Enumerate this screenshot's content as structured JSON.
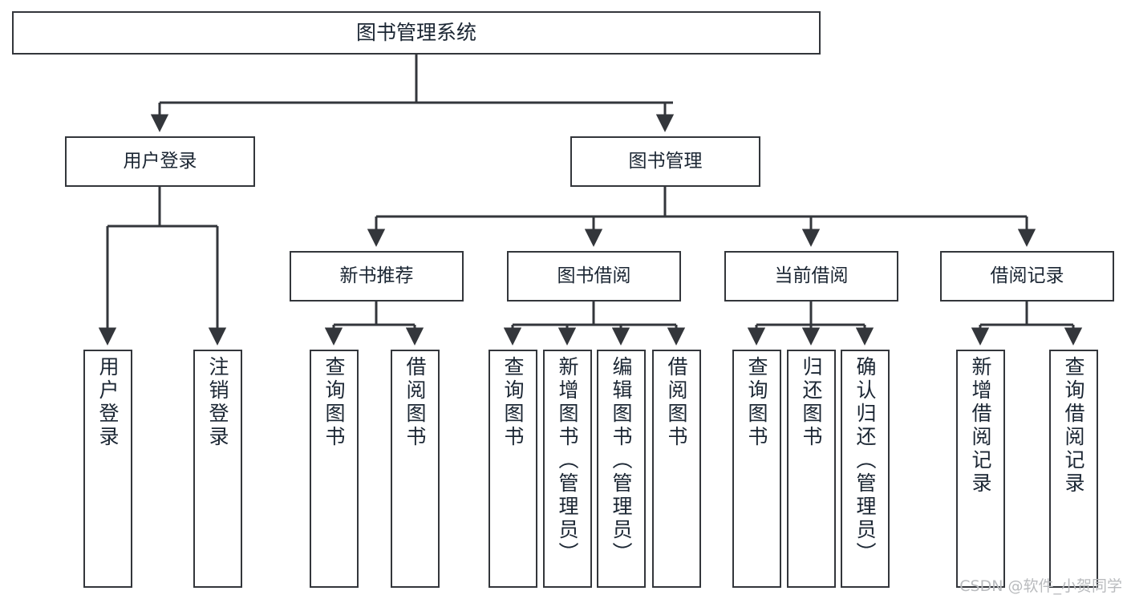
{
  "diagram": {
    "title": "图书管理系统",
    "watermark": "CSDN @软件_小贺同学",
    "colors": {
      "box_border": "#33363b",
      "box_fill": "#ffffff",
      "connector": "#33363b",
      "text": "#1b2633",
      "watermark": "#b9bbbe",
      "background": "#ffffff"
    },
    "nodes": {
      "root": {
        "label": "图书管理系统"
      },
      "user_login": {
        "label": "用户登录"
      },
      "book_manage": {
        "label": "图书管理"
      },
      "new_book_rec": {
        "label": "新书推荐"
      },
      "book_borrow": {
        "label": "图书借阅"
      },
      "current_borrow": {
        "label": "当前借阅"
      },
      "borrow_record": {
        "label": "借阅记录"
      },
      "leaf_user_login": {
        "label": "用户登录"
      },
      "leaf_logout": {
        "label": "注销登录"
      },
      "leaf_query_book_a": {
        "label": "查询图书"
      },
      "leaf_borrow_book_a": {
        "label": "借阅图书"
      },
      "leaf_query_book_b": {
        "label": "查询图书"
      },
      "leaf_add_book": {
        "label": "新增图书（管理员）"
      },
      "leaf_edit_book": {
        "label": "编辑图书（管理员）"
      },
      "leaf_borrow_book_b": {
        "label": "借阅图书"
      },
      "leaf_query_book_c": {
        "label": "查询图书"
      },
      "leaf_return_book": {
        "label": "归还图书"
      },
      "leaf_confirm_return": {
        "label": "确认归还（管理员）"
      },
      "leaf_add_record": {
        "label": "新增借阅记录"
      },
      "leaf_query_record": {
        "label": "查询借阅记录"
      }
    }
  },
  "chart_data": {
    "type": "diagram",
    "diagram_type": "tree",
    "title": "图书管理系统",
    "orientation": "top-down",
    "levels": 4,
    "tree": {
      "label": "图书管理系统",
      "children": [
        {
          "label": "用户登录",
          "children": [
            {
              "label": "用户登录",
              "children": []
            },
            {
              "label": "注销登录",
              "children": []
            }
          ]
        },
        {
          "label": "图书管理",
          "children": [
            {
              "label": "新书推荐",
              "children": [
                {
                  "label": "查询图书",
                  "children": []
                },
                {
                  "label": "借阅图书",
                  "children": []
                }
              ]
            },
            {
              "label": "图书借阅",
              "children": [
                {
                  "label": "查询图书",
                  "children": []
                },
                {
                  "label": "新增图书（管理员）",
                  "children": []
                },
                {
                  "label": "编辑图书（管理员）",
                  "children": []
                },
                {
                  "label": "借阅图书",
                  "children": []
                }
              ]
            },
            {
              "label": "当前借阅",
              "children": [
                {
                  "label": "查询图书",
                  "children": []
                },
                {
                  "label": "归还图书",
                  "children": []
                },
                {
                  "label": "确认归还（管理员）",
                  "children": []
                }
              ]
            },
            {
              "label": "借阅记录",
              "children": [
                {
                  "label": "新增借阅记录",
                  "children": []
                },
                {
                  "label": "查询借阅记录",
                  "children": []
                }
              ]
            }
          ]
        }
      ]
    },
    "edge_style": "orthogonal-with-arrowheads",
    "node_count": 20,
    "leaf_count": 13
  }
}
